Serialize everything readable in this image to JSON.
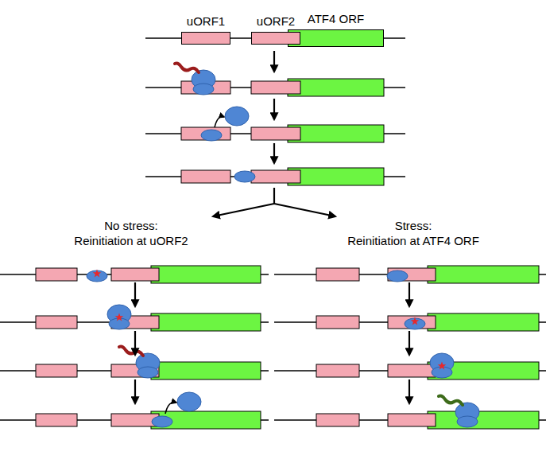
{
  "diagram": {
    "nodes": [
      {
        "text": [
          "uORF1"
        ]
      },
      {
        "text": [
          "uORF2"
        ]
      },
      {
        "text": [
          "ATF4 ORF"
        ]
      }
    ],
    "labels": [
      "No stress:",
      "Reinitiation at uORF2",
      "Stress:",
      "Reinitiation at ATF4 ORF"
    ]
  }
}
